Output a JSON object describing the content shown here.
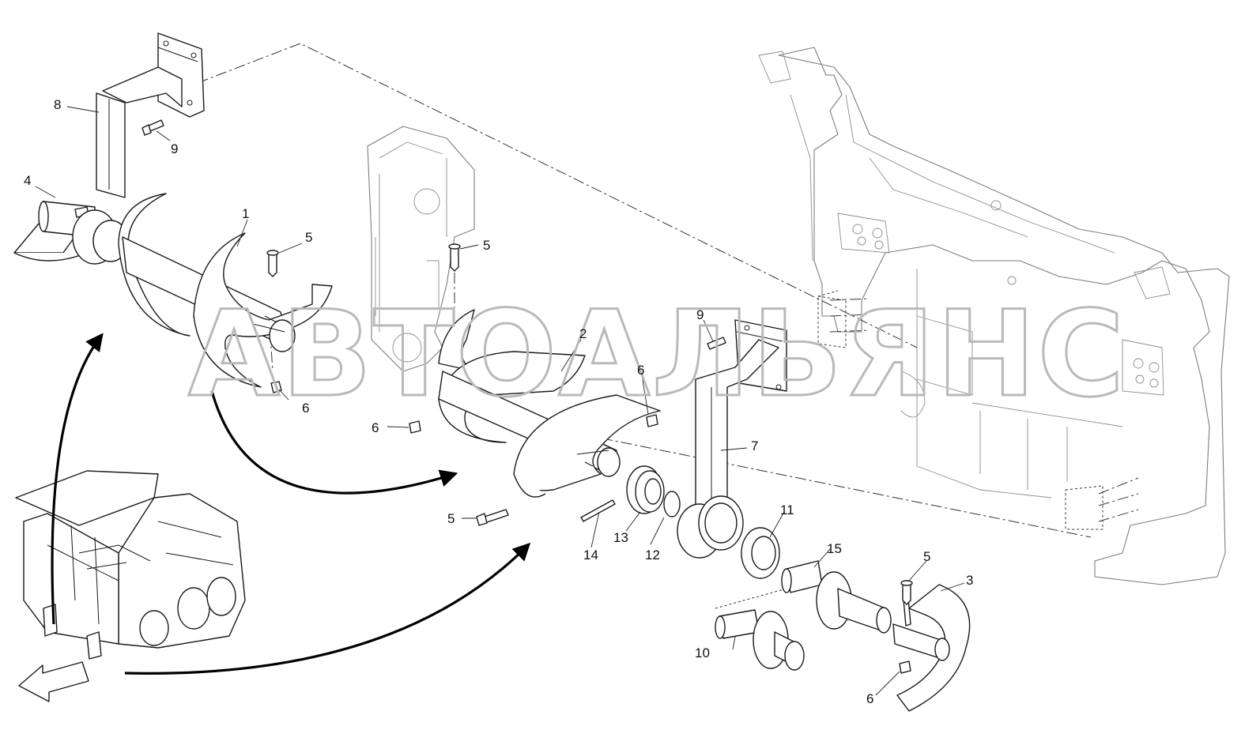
{
  "watermark": "АВТОАЛЬЯНС",
  "callouts": [
    {
      "id": "c1",
      "text": "1"
    },
    {
      "id": "c2",
      "text": "2"
    },
    {
      "id": "c3",
      "text": "3"
    },
    {
      "id": "c4",
      "text": "4"
    },
    {
      "id": "c5a",
      "text": "5"
    },
    {
      "id": "c5b",
      "text": "5"
    },
    {
      "id": "c5c",
      "text": "5"
    },
    {
      "id": "c5d",
      "text": "5"
    },
    {
      "id": "c6a",
      "text": "6"
    },
    {
      "id": "c6b",
      "text": "6"
    },
    {
      "id": "c6c",
      "text": "6"
    },
    {
      "id": "c6d",
      "text": "6"
    },
    {
      "id": "c7",
      "text": "7"
    },
    {
      "id": "c8",
      "text": "8"
    },
    {
      "id": "c9a",
      "text": "9"
    },
    {
      "id": "c9b",
      "text": "9"
    },
    {
      "id": "c10",
      "text": "10"
    },
    {
      "id": "c11",
      "text": "11"
    },
    {
      "id": "c12",
      "text": "12"
    },
    {
      "id": "c13",
      "text": "13"
    },
    {
      "id": "c14",
      "text": "14"
    },
    {
      "id": "c15",
      "text": "15"
    }
  ]
}
